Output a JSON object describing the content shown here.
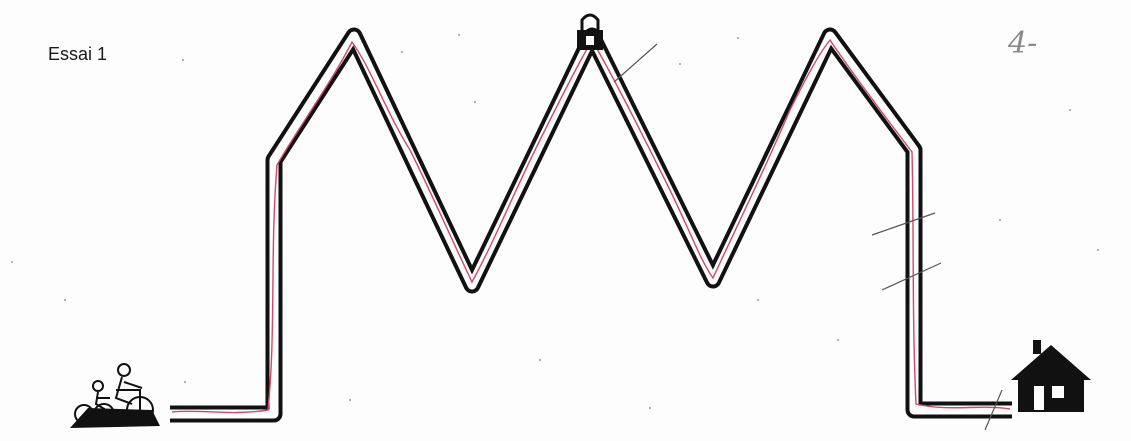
{
  "worksheet": {
    "trial_label": "Essai 1",
    "score_mark": "4-"
  },
  "colors": {
    "maze_outline": "#111111",
    "traced_line": "#d04a6a",
    "pencil_marks": "#555555",
    "paper": "#fdfdfd"
  },
  "icons": {
    "start": "cyclists-icon",
    "goal": "house-icon",
    "obstacle": "padlock-icon"
  },
  "pencil_crossings_count": 4
}
